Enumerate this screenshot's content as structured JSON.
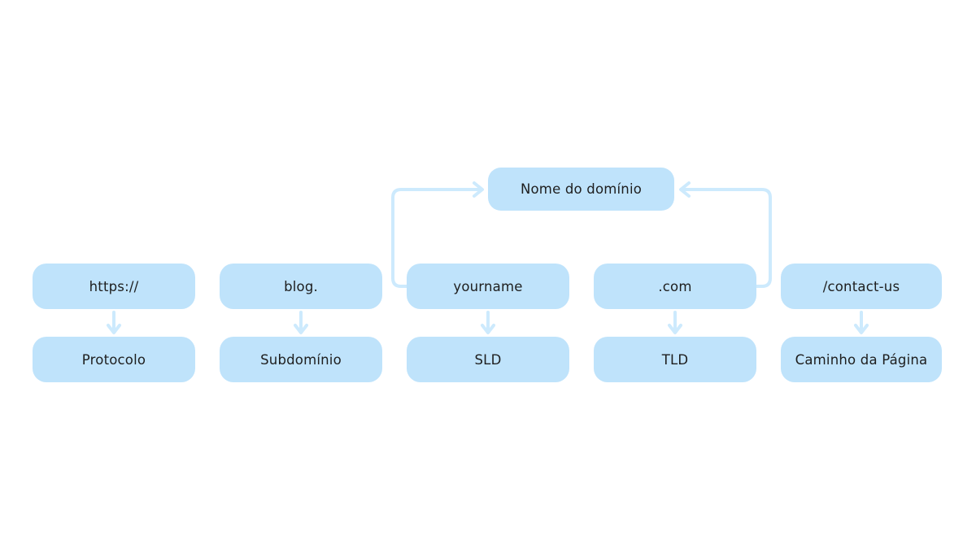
{
  "colors": {
    "background": "#ffffff",
    "node_fill": "#bfe3fb",
    "connector": "#cdeafd",
    "text": "#1e1e1e"
  },
  "diagram": {
    "title_node": "Nome do domínio",
    "columns": [
      {
        "part": "https://",
        "label": "Protocolo"
      },
      {
        "part": "blog.",
        "label": "Subdomínio"
      },
      {
        "part": "yourname",
        "label": "SLD"
      },
      {
        "part": ".com",
        "label": "TLD"
      },
      {
        "part": "/contact-us",
        "label": "Caminho da Página"
      }
    ]
  }
}
